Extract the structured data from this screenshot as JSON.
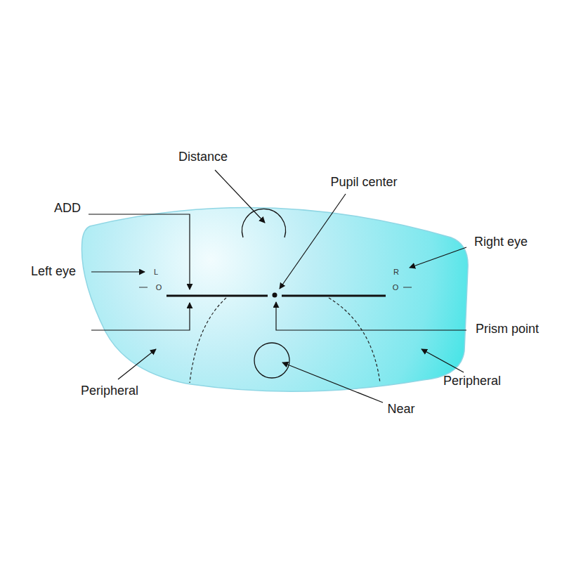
{
  "diagram": {
    "labels": [
      "Distance",
      "Pupil center",
      "ADD",
      "Right eye",
      "Left eye",
      "L",
      "O",
      "R",
      "O",
      "Prism point",
      "Peripheral",
      "Peripheral",
      "Near"
    ]
  }
}
